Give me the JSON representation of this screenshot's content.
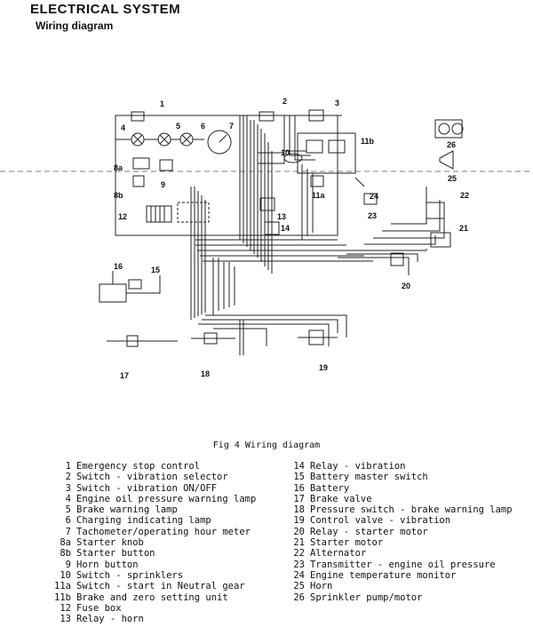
{
  "header": {
    "title": "ELECTRICAL SYSTEM",
    "subtitle": "Wiring diagram"
  },
  "figure": {
    "caption": "Fig 4   Wiring diagram",
    "callouts": [
      "1",
      "2",
      "3",
      "4",
      "5",
      "6",
      "7",
      "8a",
      "8b",
      "9",
      "10",
      "11a",
      "11b",
      "12",
      "13",
      "14",
      "15",
      "16",
      "17",
      "18",
      "19",
      "20",
      "21",
      "22",
      "23",
      "24",
      "25",
      "26"
    ]
  },
  "legend": {
    "left": [
      {
        "num": "1",
        "label": "Emergency stop control"
      },
      {
        "num": "2",
        "label": "Switch - vibration selector"
      },
      {
        "num": "3",
        "label": "Switch - vibration ON/OFF"
      },
      {
        "num": "4",
        "label": "Engine oil pressure warning lamp"
      },
      {
        "num": "5",
        "label": "Brake warning lamp"
      },
      {
        "num": "6",
        "label": "Charging indicating lamp"
      },
      {
        "num": "7",
        "label": "Tachometer/operating hour meter"
      },
      {
        "num": "8a",
        "label": "Starter knob"
      },
      {
        "num": "8b",
        "label": "Starter button"
      },
      {
        "num": "9",
        "label": "Horn button"
      },
      {
        "num": "10",
        "label": "Switch - sprinklers"
      },
      {
        "num": "11a",
        "label": "Switch - start in Neutral gear"
      },
      {
        "num": "11b",
        "label": "Brake and zero setting unit"
      },
      {
        "num": "12",
        "label": "Fuse box"
      },
      {
        "num": "13",
        "label": "Relay - horn"
      }
    ],
    "right": [
      {
        "num": "14",
        "label": "Relay - vibration"
      },
      {
        "num": "15",
        "label": "Battery master switch"
      },
      {
        "num": "16",
        "label": "Battery"
      },
      {
        "num": "17",
        "label": "Brake valve"
      },
      {
        "num": "18",
        "label": "Pressure switch - brake warning lamp"
      },
      {
        "num": "19",
        "label": "Control valve - vibration"
      },
      {
        "num": "20",
        "label": "Relay - starter motor"
      },
      {
        "num": "21",
        "label": "Starter motor"
      },
      {
        "num": "22",
        "label": "Alternator"
      },
      {
        "num": "23",
        "label": "Transmitter - engine oil pressure"
      },
      {
        "num": "24",
        "label": "Engine temperature monitor"
      },
      {
        "num": "25",
        "label": "Horn"
      },
      {
        "num": "26",
        "label": "Sprinkler pump/motor"
      }
    ]
  }
}
